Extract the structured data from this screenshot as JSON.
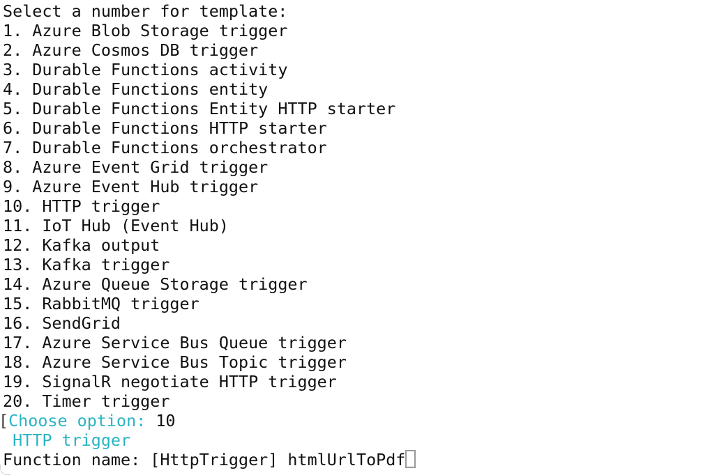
{
  "terminal": {
    "background_color": "#ffffff",
    "foreground_color": "#111111",
    "accent_color": "#2ab4c2",
    "cursor_color": "#9a9a9a",
    "header": "Select a number for template:",
    "templates": [
      {
        "number": "1.",
        "label": "Azure Blob Storage trigger"
      },
      {
        "number": "2.",
        "label": "Azure Cosmos DB trigger"
      },
      {
        "number": "3.",
        "label": "Durable Functions activity"
      },
      {
        "number": "4.",
        "label": "Durable Functions entity"
      },
      {
        "number": "5.",
        "label": "Durable Functions Entity HTTP starter"
      },
      {
        "number": "6.",
        "label": "Durable Functions HTTP starter"
      },
      {
        "number": "7.",
        "label": "Durable Functions orchestrator"
      },
      {
        "number": "8.",
        "label": "Azure Event Grid trigger"
      },
      {
        "number": "9.",
        "label": "Azure Event Hub trigger"
      },
      {
        "number": "10.",
        "label": "HTTP trigger"
      },
      {
        "number": "11.",
        "label": "IoT Hub (Event Hub)"
      },
      {
        "number": "12.",
        "label": "Kafka output"
      },
      {
        "number": "13.",
        "label": "Kafka trigger"
      },
      {
        "number": "14.",
        "label": "Azure Queue Storage trigger"
      },
      {
        "number": "15.",
        "label": "RabbitMQ trigger"
      },
      {
        "number": "16.",
        "label": "SendGrid"
      },
      {
        "number": "17.",
        "label": "Azure Service Bus Queue trigger"
      },
      {
        "number": "18.",
        "label": "Azure Service Bus Topic trigger"
      },
      {
        "number": "19.",
        "label": "SignalR negotiate HTTP trigger"
      },
      {
        "number": "20.",
        "label": "Timer trigger"
      }
    ],
    "choose_prompt": {
      "bracket": "[",
      "label": "Choose option: ",
      "entered_value": "10"
    },
    "selected_template_echo": "HTTP trigger",
    "function_name_prompt": {
      "label": "Function name: ",
      "default_hint": "[HttpTrigger] ",
      "typed_value": "htmlUrlToPdf"
    }
  }
}
